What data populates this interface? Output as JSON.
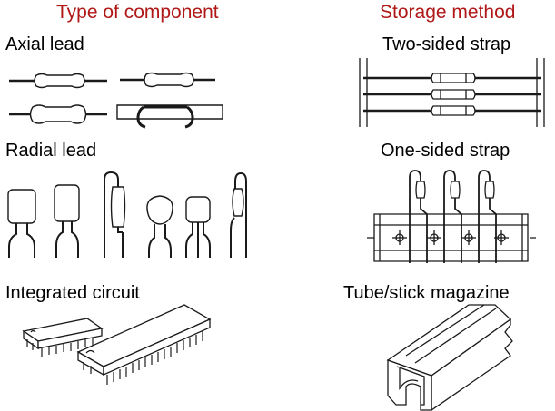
{
  "headers": {
    "component": "Type of component",
    "storage": "Storage method"
  },
  "rows": [
    {
      "component_label": "Axial lead",
      "storage_label": "Two-sided strap"
    },
    {
      "component_label": "Radial lead",
      "storage_label": "One-sided strap"
    },
    {
      "component_label": "Integrated circuit",
      "storage_label": "Tube/stick magazine"
    }
  ],
  "colors": {
    "header": "#b01818",
    "line": "#1a1a1a",
    "fill": "#ffffff"
  },
  "icons": [
    "axial-resistor-icon",
    "bent-axial-resistor-icon",
    "two-sided-strap-icon",
    "radial-capacitor-icon",
    "one-sided-strap-icon",
    "dip-ic-icon",
    "tube-magazine-icon"
  ]
}
